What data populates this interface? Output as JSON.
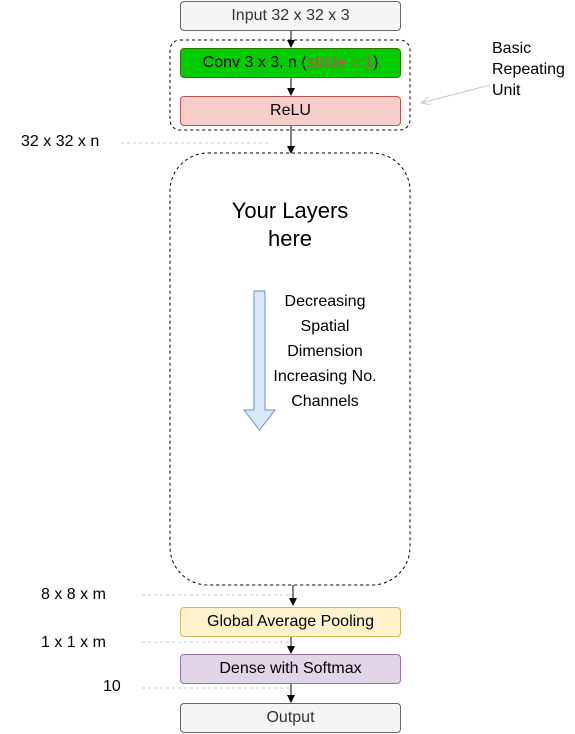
{
  "nodes": {
    "input": "Input 32 x 32 x 3",
    "conv_prefix": "Conv 3 x 3, n (",
    "conv_stride": "stride = 1",
    "conv_suffix": ")",
    "relu": "ReLU",
    "gap": "Global Average Pooling",
    "dense": "Dense with Softmax",
    "output": "Output"
  },
  "your_layers": {
    "line1": "Your Layers",
    "line2": "here"
  },
  "arrow_note": {
    "line1": "Decreasing",
    "line2": "Spatial",
    "line3": "Dimension",
    "line4": "Increasing No.",
    "line5": "Channels"
  },
  "annotation": {
    "line1": "Basic",
    "line2": "Repeating",
    "line3": "Unit"
  },
  "dims": {
    "after_unit": "32 x 32 x n",
    "before_gap": "8 x 8 x m",
    "after_gap": "1 x 1 x m",
    "after_dense": "10"
  },
  "colors": {
    "input_fill": "#f5f5f5",
    "input_border": "#666666",
    "input_text": "#333333",
    "conv_fill": "#00cc00",
    "conv_border": "#2d7600",
    "stride_text": "#b85450",
    "relu_fill": "#f8cecc",
    "relu_border": "#b85450",
    "gap_fill": "#fff2cc",
    "gap_border": "#d6b656",
    "dense_fill": "#e1d5e7",
    "dense_border": "#9673a6",
    "big_arrow_fill": "#dae8fc",
    "big_arrow_border": "#6c8ebf"
  }
}
